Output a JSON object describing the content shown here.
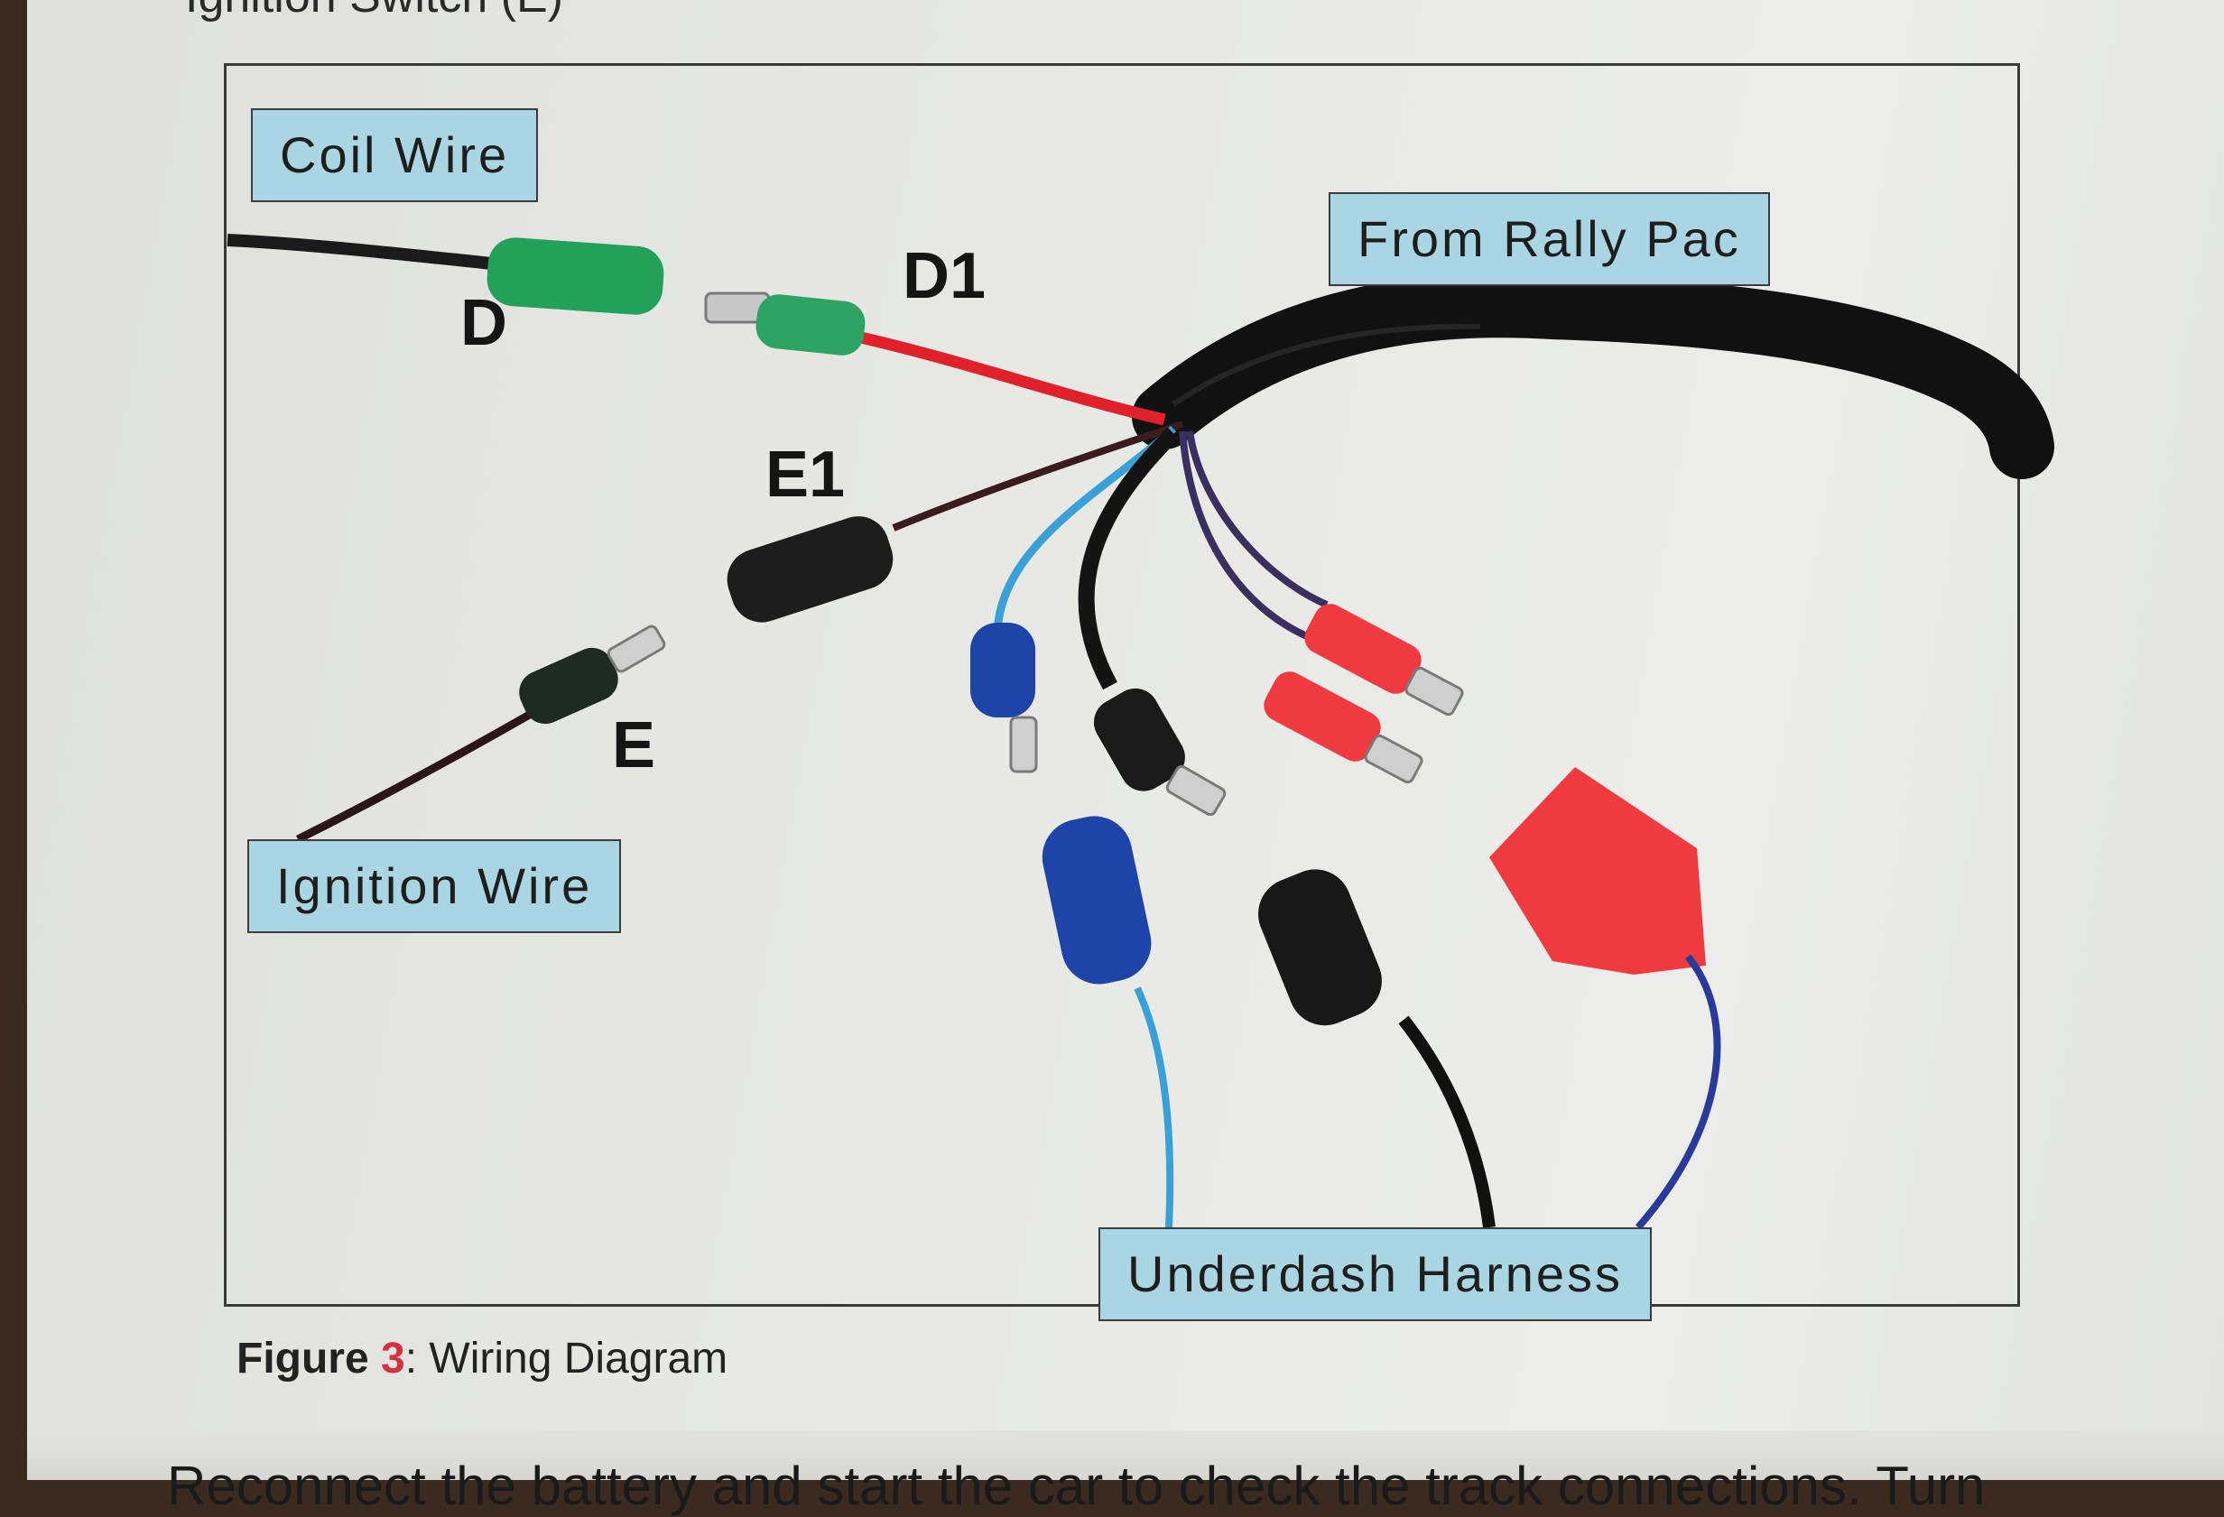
{
  "page": {
    "top_text": "Ignition Switch (E)",
    "figure_labels": {
      "coil_wire": "Coil Wire",
      "from_rally_pac": "From Rally Pac",
      "ignition_wire": "Ignition Wire",
      "underdash_harness": "Underdash Harness"
    },
    "connector_letters": {
      "d": "D",
      "d1": "D1",
      "e1": "E1",
      "e": "E"
    },
    "caption": {
      "prefix": "Figure ",
      "number": "3",
      "suffix": ": Wiring Diagram"
    },
    "bottom_text": "Reconnect the battery and start the car to check the track connections. Turn"
  },
  "colors": {
    "label_fill": "#a9d6e2",
    "wire_red": "#e0202a",
    "connector_green": "#23a05a",
    "connector_blue": "#1e44a8",
    "connector_red": "#ef3a3f",
    "caption_number": "#d33040"
  },
  "icons": [
    "coil-connector-icon",
    "harness-cable-icon",
    "spade-terminal-icon"
  ]
}
